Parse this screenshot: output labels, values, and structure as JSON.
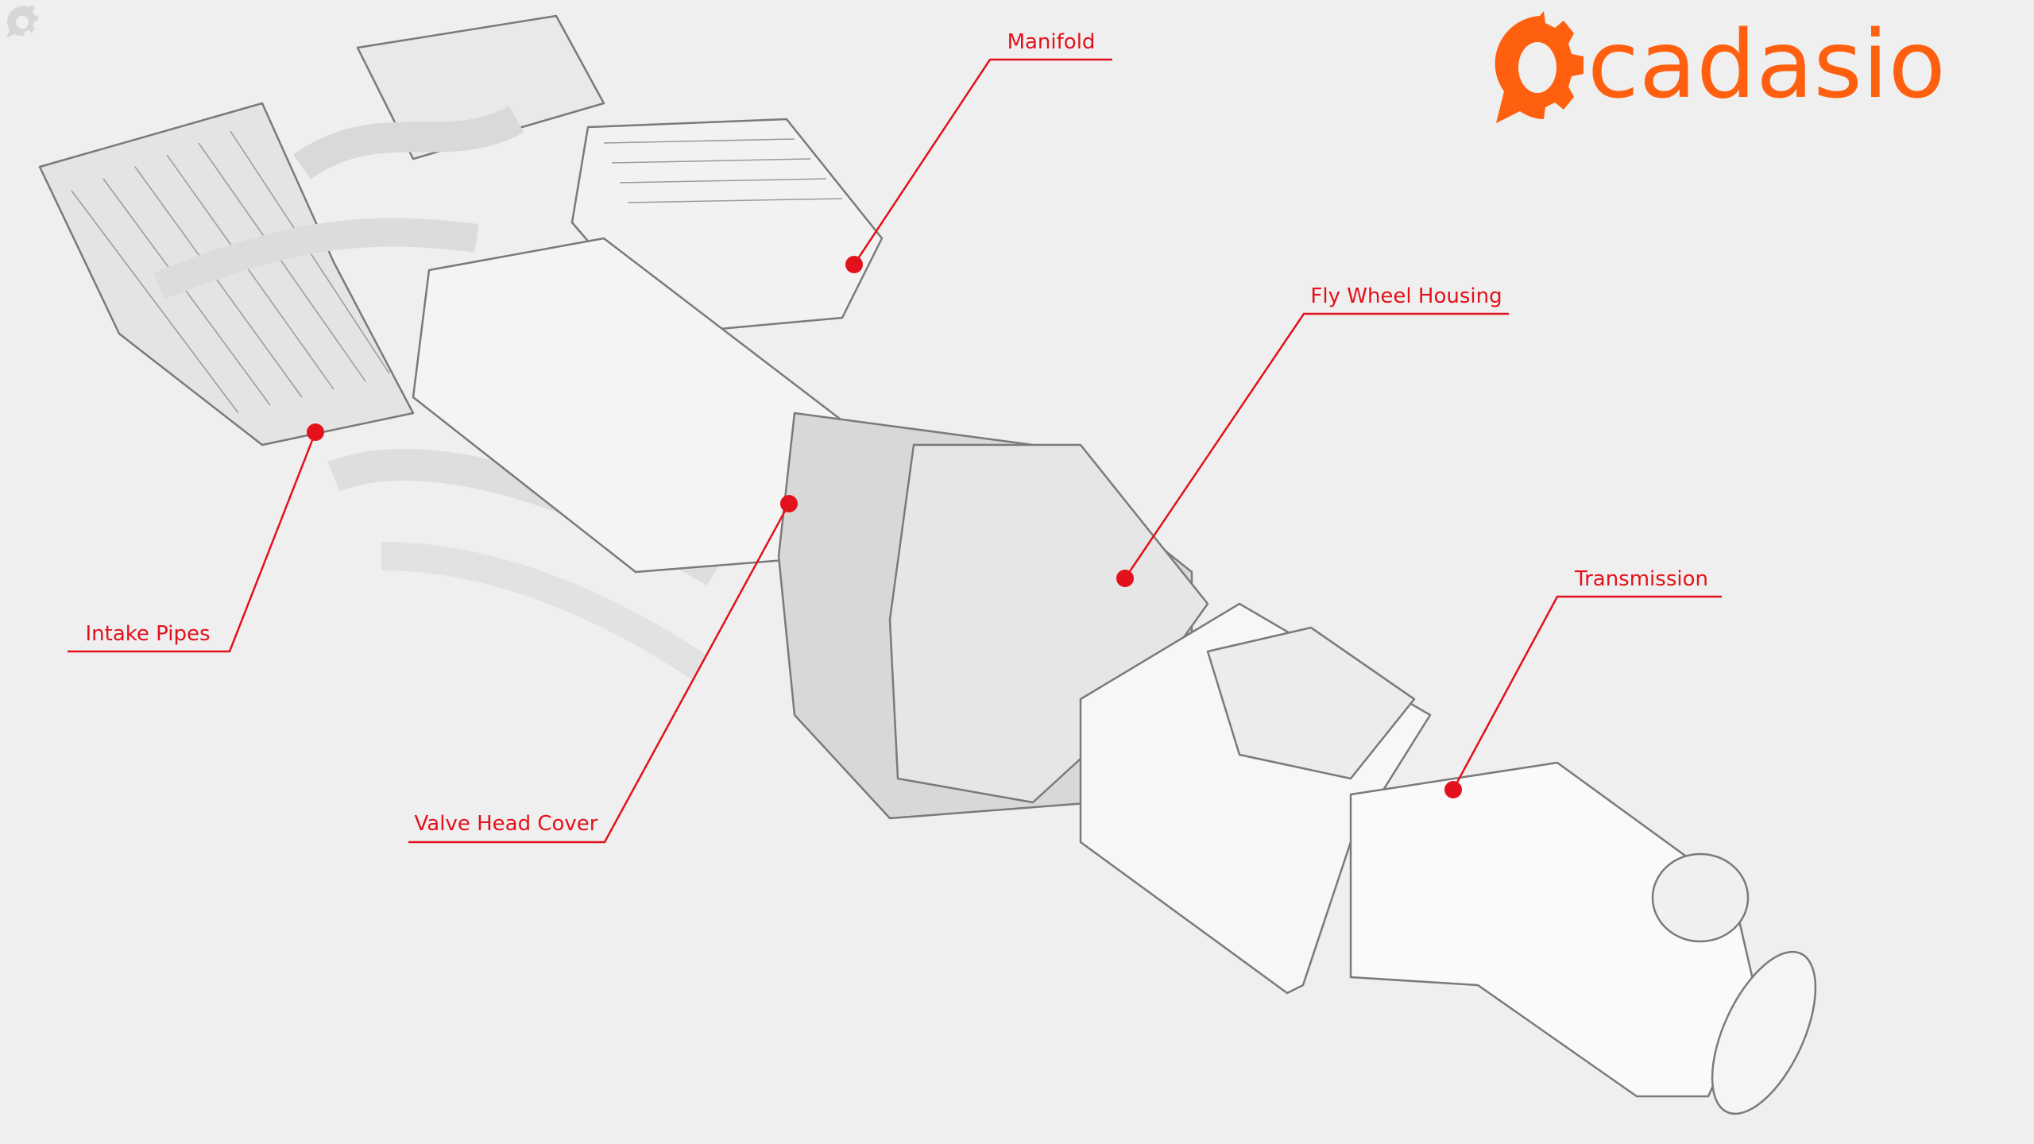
{
  "brand": {
    "name": "cadasio",
    "color": "#ff6010"
  },
  "settings_icon": "gear-icon",
  "annotation_color": "#e3111b",
  "annotations": [
    {
      "id": "manifold",
      "label": "Manifold"
    },
    {
      "id": "fly-wheel-housing",
      "label": "Fly Wheel Housing"
    },
    {
      "id": "transmission",
      "label": "Transmission"
    },
    {
      "id": "intake-pipes",
      "label": "Intake Pipes"
    },
    {
      "id": "valve-head-cover",
      "label": "Valve Head Cover"
    }
  ]
}
